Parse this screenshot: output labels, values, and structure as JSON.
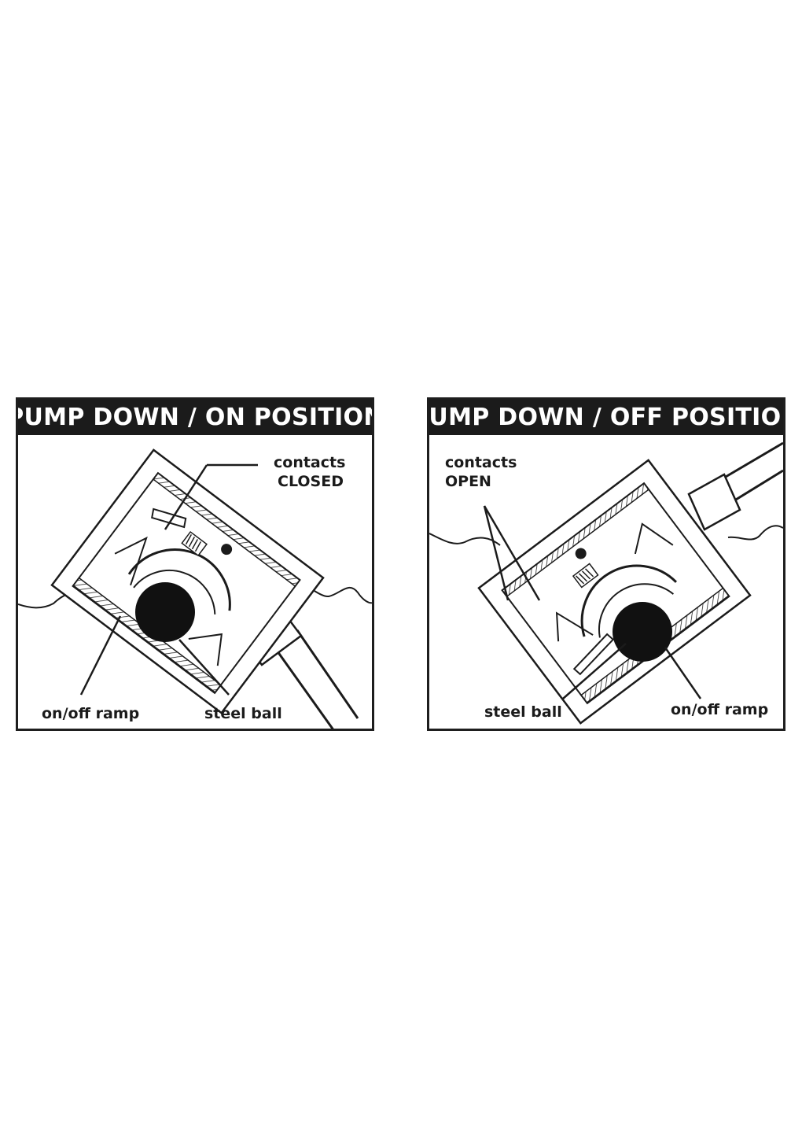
{
  "panels": [
    {
      "title": "PUMP DOWN / ON POSITION",
      "labels": {
        "contacts_line1": "contacts",
        "contacts_line2": "CLOSED",
        "ramp": "on/off ramp",
        "ball": "steel ball"
      }
    },
    {
      "title": "PUMP DOWN / OFF POSITION",
      "labels": {
        "contacts_line1": "contacts",
        "contacts_line2": "OPEN",
        "ball": "steel ball",
        "ramp": "on/off ramp"
      }
    }
  ]
}
